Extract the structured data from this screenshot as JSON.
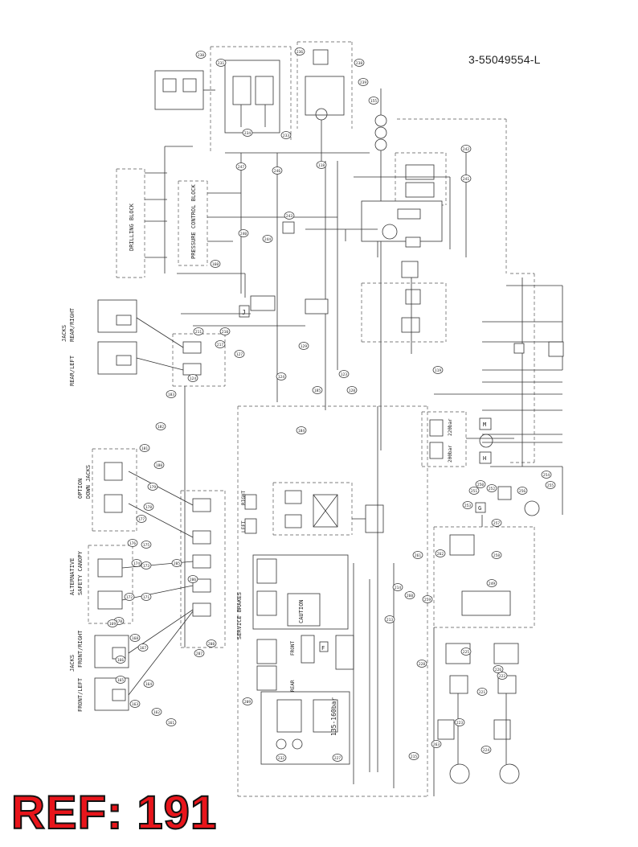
{
  "drawing_number": "3-55049554-L",
  "ref_stamp": "REF: 191",
  "blocks": {
    "drilling_block": "DRILLING BLOCK",
    "pressure_control_block": "PRESSURE CONTROL BLOCK",
    "service_brakes": "SERVICE BRAKES",
    "caution": "CAUTION",
    "jacks_rear": "JACKS",
    "rear_right": "REAR/RIGHT",
    "rear_left": "REAR/LEFT",
    "option_down_jacks": "OPTION",
    "down_jacks": "DOWN JACKS",
    "alternative": "ALTERNATIVE",
    "safety_canopy": "SAFETY CANOPY",
    "jacks_front": "JACKS",
    "front_left": "FRONT/LEFT",
    "front_right": "FRONT/RIGHT",
    "right": "RIGHT",
    "left": "LEFT",
    "front": "FRONT",
    "rear": "REAR",
    "pressure_range": "135-160bar",
    "bar_220": "220bar",
    "bar_200": "200bar",
    "label_j": "J",
    "label_f": "F",
    "label_g": "G",
    "label_h": "H",
    "label_m": "M"
  },
  "bubbles": [
    "230",
    "231",
    "236",
    "238",
    "239",
    "234",
    "233",
    "247",
    "246",
    "118",
    "242",
    "241",
    "240",
    "243",
    "244",
    "160",
    "155",
    "217",
    "210",
    "211",
    "124",
    "127",
    "129",
    "124",
    "123",
    "120",
    "119",
    "185",
    "184",
    "183",
    "182",
    "181",
    "180",
    "179",
    "178",
    "177",
    "176",
    "175",
    "174",
    "173",
    "172",
    "171",
    "170",
    "169",
    "168",
    "167",
    "166",
    "165",
    "164",
    "163",
    "162",
    "161",
    "205",
    "206",
    "207",
    "208",
    "209",
    "232",
    "227",
    "228",
    "225",
    "226",
    "221",
    "222",
    "223",
    "224",
    "263",
    "262",
    "261",
    "260",
    "259",
    "258",
    "249",
    "250",
    "251",
    "252",
    "253",
    "254",
    "255",
    "256",
    "257",
    "215",
    "214",
    "213",
    "212",
    "186",
    "187",
    "188",
    "189",
    "190",
    "191",
    "192",
    "193",
    "194",
    "195",
    "196",
    "197",
    "198",
    "199",
    "200",
    "201",
    "202",
    "203",
    "204"
  ]
}
